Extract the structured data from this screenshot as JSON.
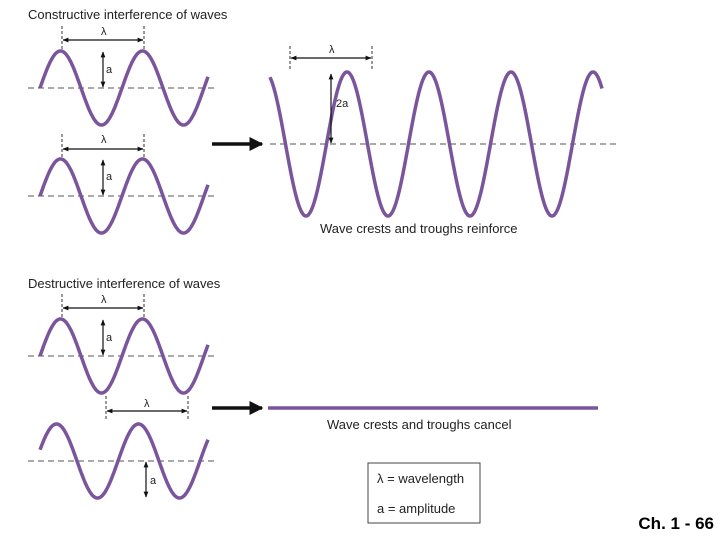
{
  "constructive": {
    "title": "Constructive interference of waves",
    "caption": "Wave crests and troughs reinforce",
    "wavelength_symbol": "λ",
    "amplitude_symbol": "a",
    "result_amplitude_symbol": "2a"
  },
  "destructive": {
    "title": "Destructive interference of waves",
    "caption": "Wave crests and troughs cancel",
    "wavelength_symbol": "λ",
    "amplitude_symbol": "a"
  },
  "legend": {
    "wavelength": "λ = wavelength",
    "amplitude": "a = amplitude"
  },
  "slide_number": "Ch. 1 - 66",
  "colors": {
    "wave": "#7b559c",
    "axis": "#555555",
    "arrow": "#111111"
  }
}
